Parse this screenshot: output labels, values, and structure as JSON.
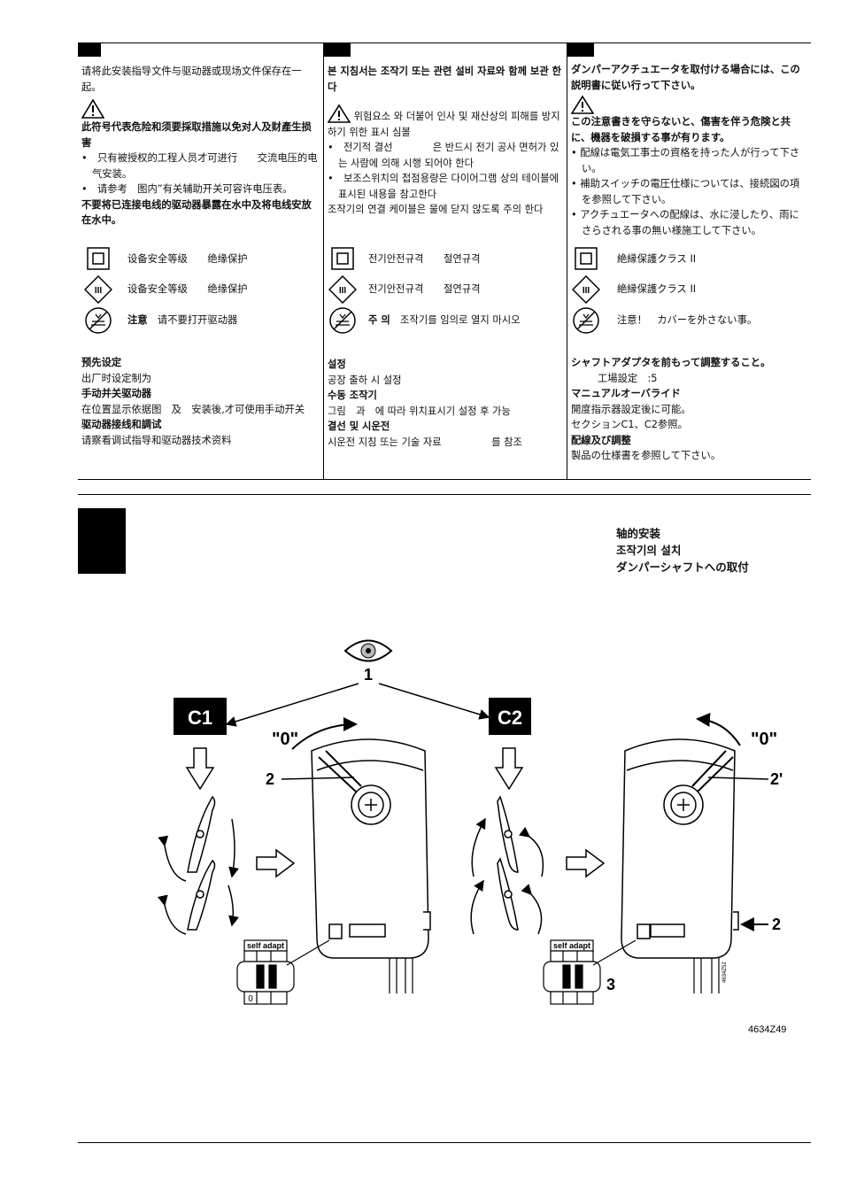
{
  "columns": {
    "zh": {
      "intro": "请将此安装指导文件与驱动器或现场文件保存在一起。",
      "warning": "此符号代表危险和须要採取措施以免对人及财產生损害",
      "bullets": [
        "只有被授权的工程人员才可进行　　交流电压的电气安装。",
        "请参考　图内”有关辅助开关可容许电压表。"
      ],
      "note": "不要将已连接电线的驱动器暴露在水中及将电线安放在水中。",
      "sym1": "设备安全等级　　绝缘保护",
      "sym2": "设备安全等级　　绝缘保护",
      "sym3_bold": "注意",
      "sym3": "请不要打开驱动器",
      "s1_title": "预先设定",
      "s1_text": "出厂时设定制为",
      "s2_title": "手动并关驱动器",
      "s2_text": "在位置显示依据图　及　安装後,才可使用手动开关",
      "s3_title": "驱动器接线和調试",
      "s3_text": "请察看调试指导和驱动器技术资料"
    },
    "ko": {
      "intro": "본 지침서는 조작기 또는 관련 설비 자료와 함께 보관 한다",
      "warning": "위험요소 와 더불어 인사 및 재산상의 피해를 방지 하기 위한 표시 심볼",
      "bullets": [
        "전기적 결선　　　　은 반드시 전기 공사 면허가 있는 사람에 의해 시행 되어야 한다",
        "보조스위치의 접점용량은 다이어그램 상의 테이블에 표시된 내용을 참고한다"
      ],
      "note": "조작기의 연결 케이블은 물에 닫지 않도록 주의 한다",
      "sym1": "전기안전규격　　절연규격",
      "sym2": "전기안전규격　　절연규격",
      "sym3_bold": "주 의",
      "sym3": "조작기를 임의로 열지 마시오",
      "s1_title": "설정",
      "s1_text": "공장 출하 시 설정",
      "s2_title": "수동 조작기",
      "s2_text": "그림　과　에 따라 위치표시기 설정 후 가능",
      "s3_title": "결선 및 시운전",
      "s3_text": "시운전 지침 또는 기술 자료　　　　　를 참조"
    },
    "ja": {
      "intro": "ダンパーアクチュエータを取付ける場合には、この説明書に従い行って下さい。",
      "warning": "この注意書きを守らないと、傷害を伴う危険と共に、機器を破損する事が有ります。",
      "bullets": [
        "配線は電気工事士の資格を持った人が行って下さい。",
        "補助スイッチの電圧仕様については、接続図の項を参照して下さい。",
        "アクチュエータへの配線は、水に浸したり、雨にさらされる事の無い様施工して下さい。"
      ],
      "sym1": "絶縁保護クラス II",
      "sym2": "絶縁保護クラス II",
      "sym3": "注意！　カバーを外さない事。",
      "s1_title": "シャフトアダプタを前もって調整すること。",
      "s1_text": "工場設定　:5",
      "s2_title": "マニュアルオーバライド",
      "s2_text": "開度指示器設定後に可能。",
      "s2_text2": "セクションC1、C2参照。",
      "s3_title": "配線及び調整",
      "s3_text": "製品の仕様書を参照して下さい。"
    }
  },
  "section_caption": [
    "轴的安装",
    "조작기의 설치",
    "ダンパーシャフトへの取付"
  ],
  "figure": {
    "label_c1": "C1",
    "label_c2": "C2",
    "callout_1": "1",
    "callout_2": "2",
    "callout_2b": "2",
    "callout_2prime": "2'",
    "callout_3": "3",
    "zero_label": "\"0\"",
    "self_adapt": "self adapt",
    "switch_zero": "0",
    "drawing_number": "4634Z49",
    "side_number": "4634Z52"
  }
}
